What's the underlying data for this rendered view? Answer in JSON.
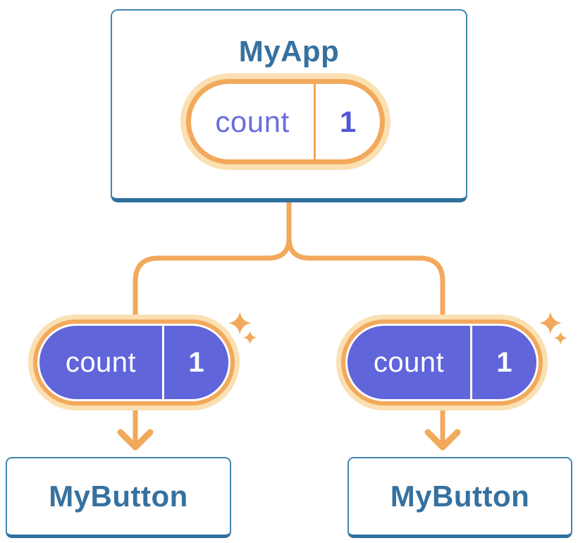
{
  "diagram": {
    "type": "component-tree",
    "root": {
      "title": "MyApp",
      "state": {
        "name": "count",
        "value": "1"
      }
    },
    "children": [
      {
        "title": "MyButton",
        "state": {
          "name": "count",
          "value": "1"
        }
      },
      {
        "title": "MyButton",
        "state": {
          "name": "count",
          "value": "1"
        }
      }
    ],
    "colors": {
      "accent_orange": "#F2A95C",
      "halo_orange": "#FAE0B2",
      "purple_fill": "#6065DA",
      "purple_text": "#6A6EDB",
      "purple_value": "#5257D8",
      "heading_blue": "#36719F",
      "card_border": "#4285B0",
      "card_border_bottom": "#2F6F9D",
      "background": "#FFFFFF",
      "white": "#FFFFFF"
    }
  }
}
